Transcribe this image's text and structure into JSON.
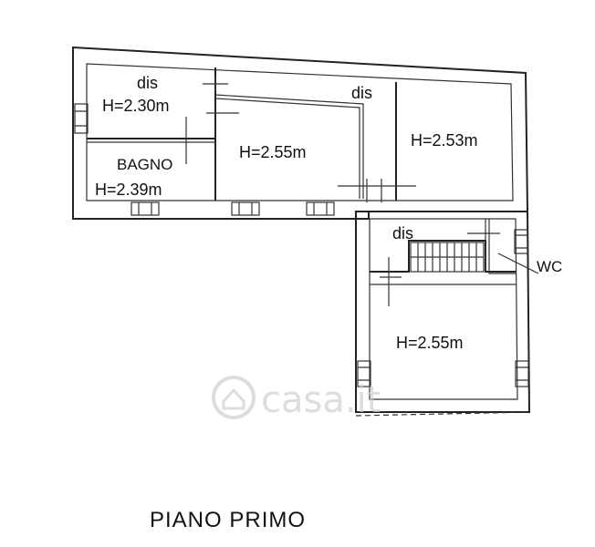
{
  "watermark": {
    "text": "casa.it"
  },
  "rooms": [
    {
      "id": "dis-top-left",
      "name": "dis",
      "height": "H=2.30m"
    },
    {
      "id": "dis-corridor",
      "name": "dis"
    },
    {
      "id": "bagno",
      "name": "BAGNO",
      "height": "H=2.39m"
    },
    {
      "id": "room-center",
      "height": "H=2.55m"
    },
    {
      "id": "room-right",
      "height": "H=2.53m"
    },
    {
      "id": "dis-lower",
      "name": "dis"
    },
    {
      "id": "wc",
      "name": "WC"
    },
    {
      "id": "room-lower",
      "height": "H=2.55m"
    }
  ],
  "floor_title": "PIANO PRIMO"
}
